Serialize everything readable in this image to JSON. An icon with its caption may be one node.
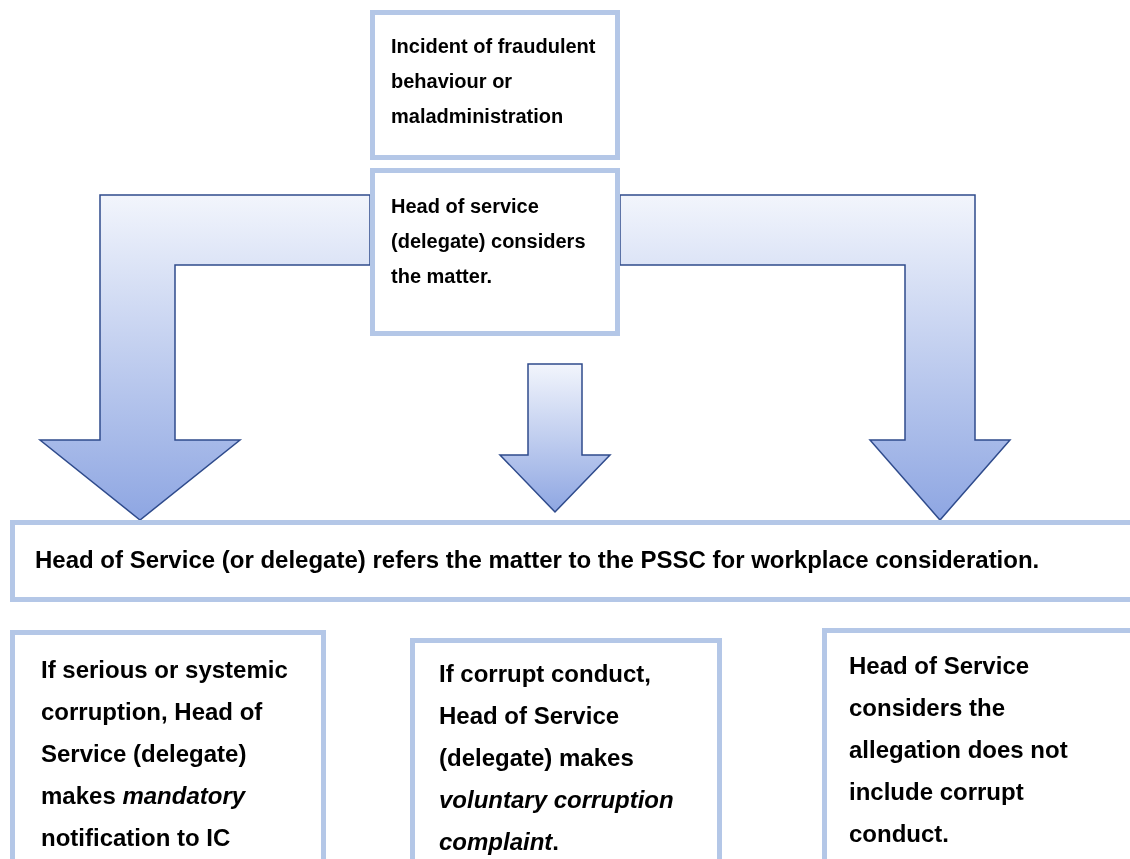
{
  "diagram": {
    "nodes": [
      {
        "text": [
          "Incident of fraudulent behaviour or maladministration"
        ]
      },
      {
        "text": [
          "Head of service (delegate) considers the matter."
        ]
      },
      {
        "text": [
          "Head of Service (or delegate) refers the matter to the PSSC for workplace consideration."
        ]
      },
      {
        "text": [
          "If serious or systemic corruption, Head of Service (delegate) makes *mandatory* notification to IC"
        ]
      },
      {
        "text": [
          "If corrupt conduct, Head of Service (delegate) makes *voluntary corruption complaint*."
        ]
      },
      {
        "text": [
          "Head of Service considers the allegation does not include corrupt conduct."
        ]
      }
    ],
    "edges": [
      {
        "from": 1,
        "to": 2,
        "arrow": "to"
      },
      {
        "from": 1,
        "to": 2,
        "arrow": "to"
      },
      {
        "from": 1,
        "to": 2,
        "arrow": "to"
      }
    ]
  }
}
